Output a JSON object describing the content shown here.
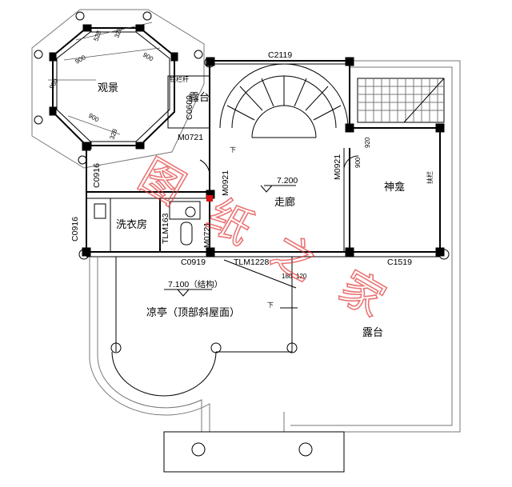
{
  "rooms": {
    "guanjing": "观景",
    "lutai_small": "露台",
    "zoulang": "走廊",
    "shenkan": "神龛",
    "xiyifang": "洗衣房",
    "liangting": "凉亭（顶部斜屋面）",
    "lutai_big": "露台"
  },
  "elevations": {
    "corridor": "7.200",
    "pavilion": "7.100（结构）"
  },
  "codes": {
    "c2119": "C2119",
    "m0721": "M0721",
    "c0916_a": "C0916",
    "c0916_b": "C0916",
    "m0921_a": "M0921",
    "m0921_b": "M0921",
    "tlm163": "TLM163",
    "m0721_b": "M0721",
    "c0919": "C0919",
    "tlm1228": "TLM1228",
    "c1519": "C1519",
    "c0609": "C0609"
  },
  "dims": {
    "d900_a": "900",
    "d900_b": "900",
    "d900_c": "900",
    "d900_d": "900",
    "d528": "528",
    "d328_a": "328",
    "d328_b": "328",
    "d920": "920",
    "d180": "180",
    "d120": "120",
    "d980": "980"
  },
  "labels": {
    "down_a": "下",
    "down_b": "下",
    "railing": "铁栏杆",
    "handrail": "扶栏"
  },
  "watermark": [
    "图",
    "纸",
    "之",
    "家"
  ],
  "colors": {
    "watermark": "#e23a3a",
    "column": "#000000",
    "wall": "#000000"
  }
}
